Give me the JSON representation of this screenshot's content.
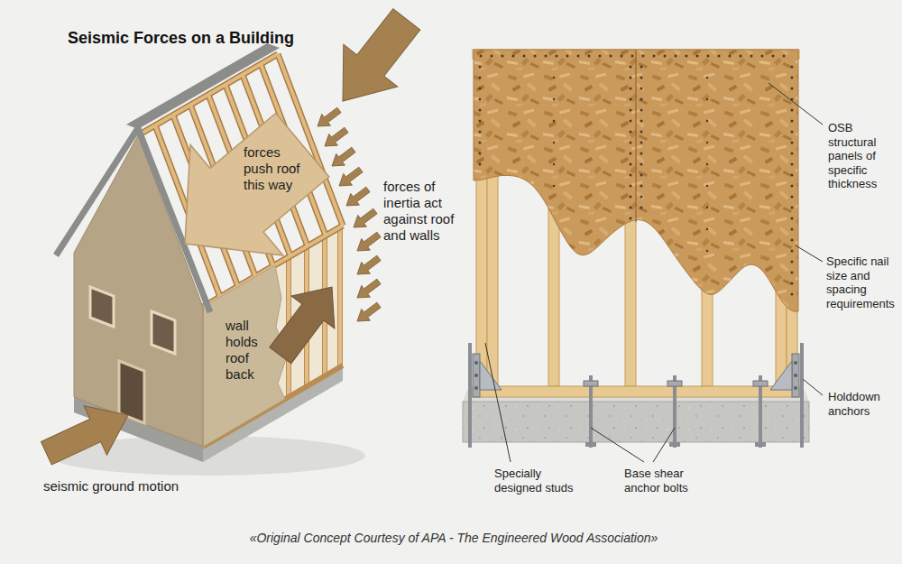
{
  "diagram": {
    "title": "Seismic Forces on a Building",
    "caption": "«Original Concept Courtesy of APA - The Engineered Wood Association»",
    "labels": [
      "forces push roof this way",
      "forces of inertia act against roof and walls",
      "wall holds roof back",
      "seismic ground motion",
      "OSB structural panels of specific thickness",
      "Specific nail size and spacing requirements",
      "Holddown anchors",
      "Specially designed studs",
      "Base shear anchor bolts"
    ]
  }
}
